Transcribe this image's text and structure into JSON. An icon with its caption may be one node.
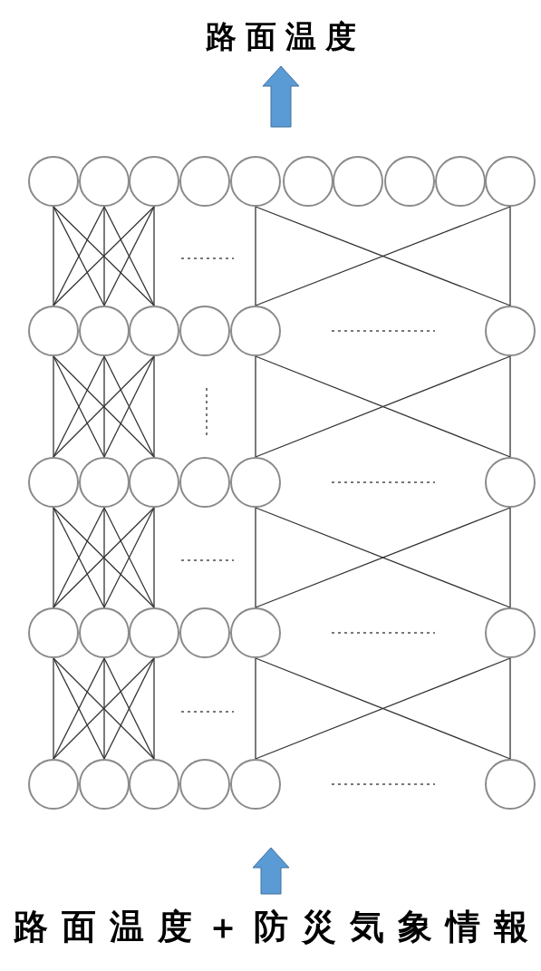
{
  "diagram": {
    "nodes": [
      {
        "text": [
          "路面温度"
        ]
      },
      {
        "text": [],
        "shape": "circle"
      },
      {
        "text": [],
        "shape": "circle"
      },
      {
        "text": [],
        "shape": "circle"
      },
      {
        "text": [],
        "shape": "circle"
      },
      {
        "text": [],
        "shape": "circle"
      },
      {
        "text": [],
        "shape": "circle"
      },
      {
        "text": [],
        "shape": "circle"
      },
      {
        "text": [],
        "shape": "circle"
      },
      {
        "text": [],
        "shape": "circle"
      },
      {
        "text": [],
        "shape": "circle"
      },
      {
        "text": [],
        "shape": "circle"
      },
      {
        "text": [],
        "shape": "circle"
      },
      {
        "text": [],
        "shape": "circle"
      },
      {
        "text": [],
        "shape": "circle"
      },
      {
        "text": [],
        "shape": "circle"
      },
      {
        "text": [],
        "shape": "circle"
      },
      {
        "text": [],
        "shape": "circle"
      },
      {
        "text": [],
        "shape": "circle"
      },
      {
        "text": [],
        "shape": "circle"
      },
      {
        "text": [],
        "shape": "circle"
      },
      {
        "text": [],
        "shape": "circle"
      },
      {
        "text": [],
        "shape": "circle"
      },
      {
        "text": [],
        "shape": "circle"
      },
      {
        "text": [],
        "shape": "circle"
      },
      {
        "text": [],
        "shape": "circle"
      },
      {
        "text": [],
        "shape": "circle"
      },
      {
        "text": [],
        "shape": "circle"
      },
      {
        "text": [],
        "shape": "circle"
      },
      {
        "text": [],
        "shape": "circle"
      },
      {
        "text": [],
        "shape": "circle"
      },
      {
        "text": [],
        "shape": "circle"
      },
      {
        "text": [],
        "shape": "circle"
      },
      {
        "text": [],
        "shape": "circle"
      },
      {
        "text": [],
        "shape": "circle"
      },
      {
        "text": [
          "路面温度＋防災気象情報"
        ]
      }
    ],
    "edges": [
      {
        "from": null,
        "to": 0,
        "arrow": "to"
      },
      {
        "from": 35,
        "to": null,
        "arrow": "to"
      },
      {
        "from": 1,
        "to": 11,
        "arrow": "none"
      },
      {
        "from": 1,
        "to": 12,
        "arrow": "none"
      },
      {
        "from": 1,
        "to": 13,
        "arrow": "none"
      },
      {
        "from": 2,
        "to": 11,
        "arrow": "none"
      },
      {
        "from": 2,
        "to": 12,
        "arrow": "none"
      },
      {
        "from": 2,
        "to": 13,
        "arrow": "none"
      },
      {
        "from": 3,
        "to": 11,
        "arrow": "none"
      },
      {
        "from": 3,
        "to": 12,
        "arrow": "none"
      },
      {
        "from": 3,
        "to": 13,
        "arrow": "none"
      },
      {
        "from": 5,
        "to": 15,
        "arrow": "none"
      },
      {
        "from": 5,
        "to": 16,
        "arrow": "none"
      },
      {
        "from": 10,
        "to": 15,
        "arrow": "none"
      },
      {
        "from": 10,
        "to": 16,
        "arrow": "none"
      },
      {
        "from": 11,
        "to": 17,
        "arrow": "none"
      },
      {
        "from": 11,
        "to": 18,
        "arrow": "none"
      },
      {
        "from": 11,
        "to": 19,
        "arrow": "none"
      },
      {
        "from": 12,
        "to": 17,
        "arrow": "none"
      },
      {
        "from": 12,
        "to": 18,
        "arrow": "none"
      },
      {
        "from": 12,
        "to": 19,
        "arrow": "none"
      },
      {
        "from": 13,
        "to": 17,
        "arrow": "none"
      },
      {
        "from": 13,
        "to": 18,
        "arrow": "none"
      },
      {
        "from": 13,
        "to": 19,
        "arrow": "none"
      },
      {
        "from": 15,
        "to": 21,
        "arrow": "none"
      },
      {
        "from": 15,
        "to": 22,
        "arrow": "none"
      },
      {
        "from": 16,
        "to": 21,
        "arrow": "none"
      },
      {
        "from": 16,
        "to": 22,
        "arrow": "none"
      },
      {
        "from": 17,
        "to": 23,
        "arrow": "none"
      },
      {
        "from": 17,
        "to": 24,
        "arrow": "none"
      },
      {
        "from": 17,
        "to": 25,
        "arrow": "none"
      },
      {
        "from": 18,
        "to": 23,
        "arrow": "none"
      },
      {
        "from": 18,
        "to": 24,
        "arrow": "none"
      },
      {
        "from": 18,
        "to": 25,
        "arrow": "none"
      },
      {
        "from": 19,
        "to": 23,
        "arrow": "none"
      },
      {
        "from": 19,
        "to": 24,
        "arrow": "none"
      },
      {
        "from": 19,
        "to": 25,
        "arrow": "none"
      },
      {
        "from": 21,
        "to": 27,
        "arrow": "none"
      },
      {
        "from": 21,
        "to": 28,
        "arrow": "none"
      },
      {
        "from": 22,
        "to": 27,
        "arrow": "none"
      },
      {
        "from": 22,
        "to": 28,
        "arrow": "none"
      },
      {
        "from": 23,
        "to": 29,
        "arrow": "none"
      },
      {
        "from": 23,
        "to": 30,
        "arrow": "none"
      },
      {
        "from": 23,
        "to": 31,
        "arrow": "none"
      },
      {
        "from": 24,
        "to": 29,
        "arrow": "none"
      },
      {
        "from": 24,
        "to": 30,
        "arrow": "none"
      },
      {
        "from": 24,
        "to": 31,
        "arrow": "none"
      },
      {
        "from": 25,
        "to": 29,
        "arrow": "none"
      },
      {
        "from": 25,
        "to": 30,
        "arrow": "none"
      },
      {
        "from": 25,
        "to": 31,
        "arrow": "none"
      },
      {
        "from": 27,
        "to": 33,
        "arrow": "none"
      },
      {
        "from": 27,
        "to": 34,
        "arrow": "none"
      },
      {
        "from": 28,
        "to": 33,
        "arrow": "none"
      },
      {
        "from": 28,
        "to": 34,
        "arrow": "none"
      }
    ]
  }
}
